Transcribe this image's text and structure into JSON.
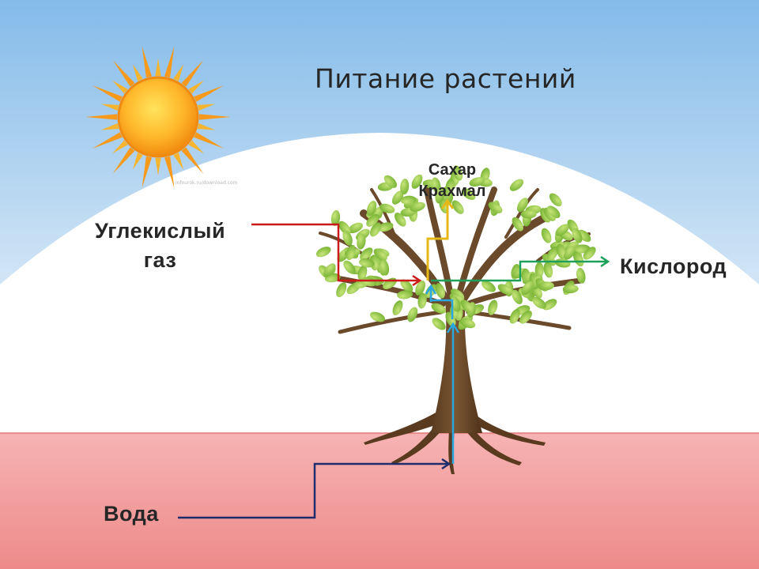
{
  "title": "Питание растений",
  "labels": {
    "co2_line1": "Углекислый",
    "co2_line2": "газ",
    "oxygen": "Кислород",
    "water": "Вода",
    "sugar": "Сахар",
    "starch": "Крахмал"
  },
  "watermark": "infourok.ru/download.com",
  "colors": {
    "sky_top": "#8cc0ea",
    "sky_bottom": "#d6e8f7",
    "soil_top": "#f4a7a7",
    "soil_bottom": "#ee8787",
    "co2_arrow": "#cc1a1a",
    "sugar_arrow": "#e6b817",
    "oxygen_arrow": "#1ea05a",
    "water_arrow_root": "#1e2d6b",
    "water_arrow_trunk": "#2aa6e0",
    "trunk": "#6b4a2b",
    "leaf": "#8cc63f",
    "sun": "#f7a41c"
  }
}
